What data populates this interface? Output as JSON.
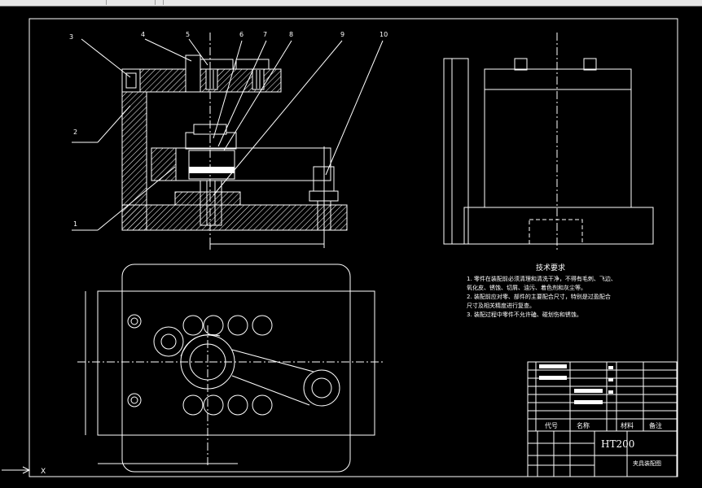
{
  "balloons": [
    "1",
    "2",
    "3",
    "4",
    "5",
    "6",
    "7",
    "8",
    "9",
    "10"
  ],
  "tech_req": {
    "title": "技术要求",
    "lines": [
      "1. 零件在装配前必须清理和清洗干净，不得有毛刺、飞边、",
      "氧化皮、锈蚀、切屑、油污、着色剂和灰尘等。",
      "2. 装配前应对零、部件的主要配合尺寸，特别是过盈配合",
      "尺寸及相关精度进行复查。",
      "3. 装配过程中零件不允许磕、碰划伤和锈蚀。"
    ]
  },
  "title_block": {
    "col_code": "代号",
    "col_name": "名称",
    "col_material": "材料",
    "col_remark": "备注",
    "material": "HT200",
    "drawing_title": "夹具装配图"
  },
  "colors": {
    "background": "#000000",
    "lines": "#ffffff",
    "hatch": "#ffffff"
  }
}
